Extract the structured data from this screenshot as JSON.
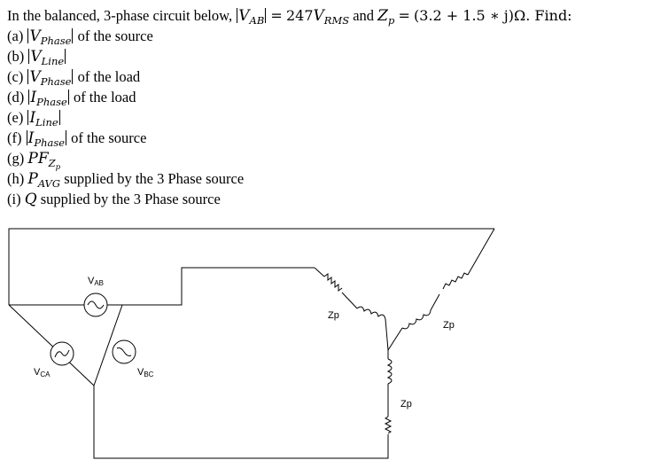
{
  "problem": {
    "intro_text": "In the balanced, 3-phase circuit below,",
    "vab_symbol": "V",
    "vab_sub": "AB",
    "equals_1": "=",
    "vab_value": "247",
    "vab_unit_symbol": "V",
    "vab_unit_sub": "RMS",
    "and_text": "and",
    "zp_symbol": "Z",
    "zp_sub": "p",
    "equals_2": "=",
    "zp_value": "(3.2 + 1.5 ∗ j)Ω. Find:",
    "items": [
      {
        "prefix": "(a)",
        "symbol": "V",
        "sub": "Phase",
        "abs": true,
        "suffix": "of the source"
      },
      {
        "prefix": "(b)",
        "symbol": "V",
        "sub": "Line",
        "abs": true,
        "suffix": ""
      },
      {
        "prefix": "(c)",
        "symbol": "V",
        "sub": "Phase",
        "abs": true,
        "suffix": "of the load"
      },
      {
        "prefix": "(d)",
        "symbol": "I",
        "sub": "Phase",
        "abs": true,
        "suffix": "of the load"
      },
      {
        "prefix": "(e)",
        "symbol": "I",
        "sub": "Line",
        "abs": true,
        "suffix": ""
      },
      {
        "prefix": "(f)",
        "symbol": "I",
        "sub": "Phase",
        "abs": true,
        "suffix": "of the source"
      },
      {
        "prefix": "(g)",
        "symbol": "PF",
        "sub": "Z",
        "subsub": "p",
        "abs": false,
        "suffix": ""
      },
      {
        "prefix": "(h)",
        "symbol": "P",
        "sub": "AVG",
        "abs": false,
        "suffix": "supplied by the 3 Phase source"
      },
      {
        "prefix": "(i)",
        "symbol": "Q",
        "sub": "",
        "abs": false,
        "suffix": "supplied by the 3 Phase source"
      }
    ]
  },
  "circuit": {
    "source_ab_label": "V",
    "source_ab_sub": "AB",
    "source_bc_label": "V",
    "source_bc_sub": "BC",
    "source_ca_label": "V",
    "source_ca_sub": "CA",
    "load_labels": [
      "Zp",
      "Zp",
      "Zp"
    ],
    "line_color": "#000000"
  }
}
